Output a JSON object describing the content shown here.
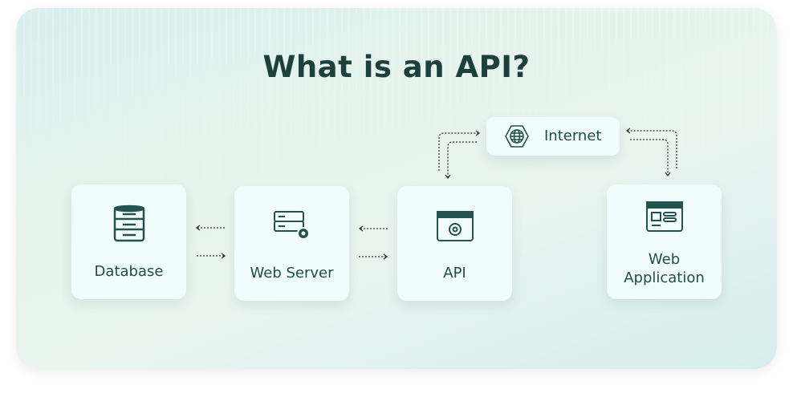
{
  "title": "What is an API?",
  "nodes": {
    "database": {
      "label": "Database",
      "icon": "database-icon"
    },
    "web_server": {
      "label": "Web Server",
      "icon": "server-gear-icon"
    },
    "api": {
      "label": "API",
      "icon": "window-gear-icon"
    },
    "internet": {
      "label": "Internet",
      "icon": "globe-network-icon"
    },
    "web_app_line1": "Web",
    "web_app_line2": "Application"
  },
  "colors": {
    "primary": "#1f4d4a",
    "card": "#f1fcfc"
  }
}
